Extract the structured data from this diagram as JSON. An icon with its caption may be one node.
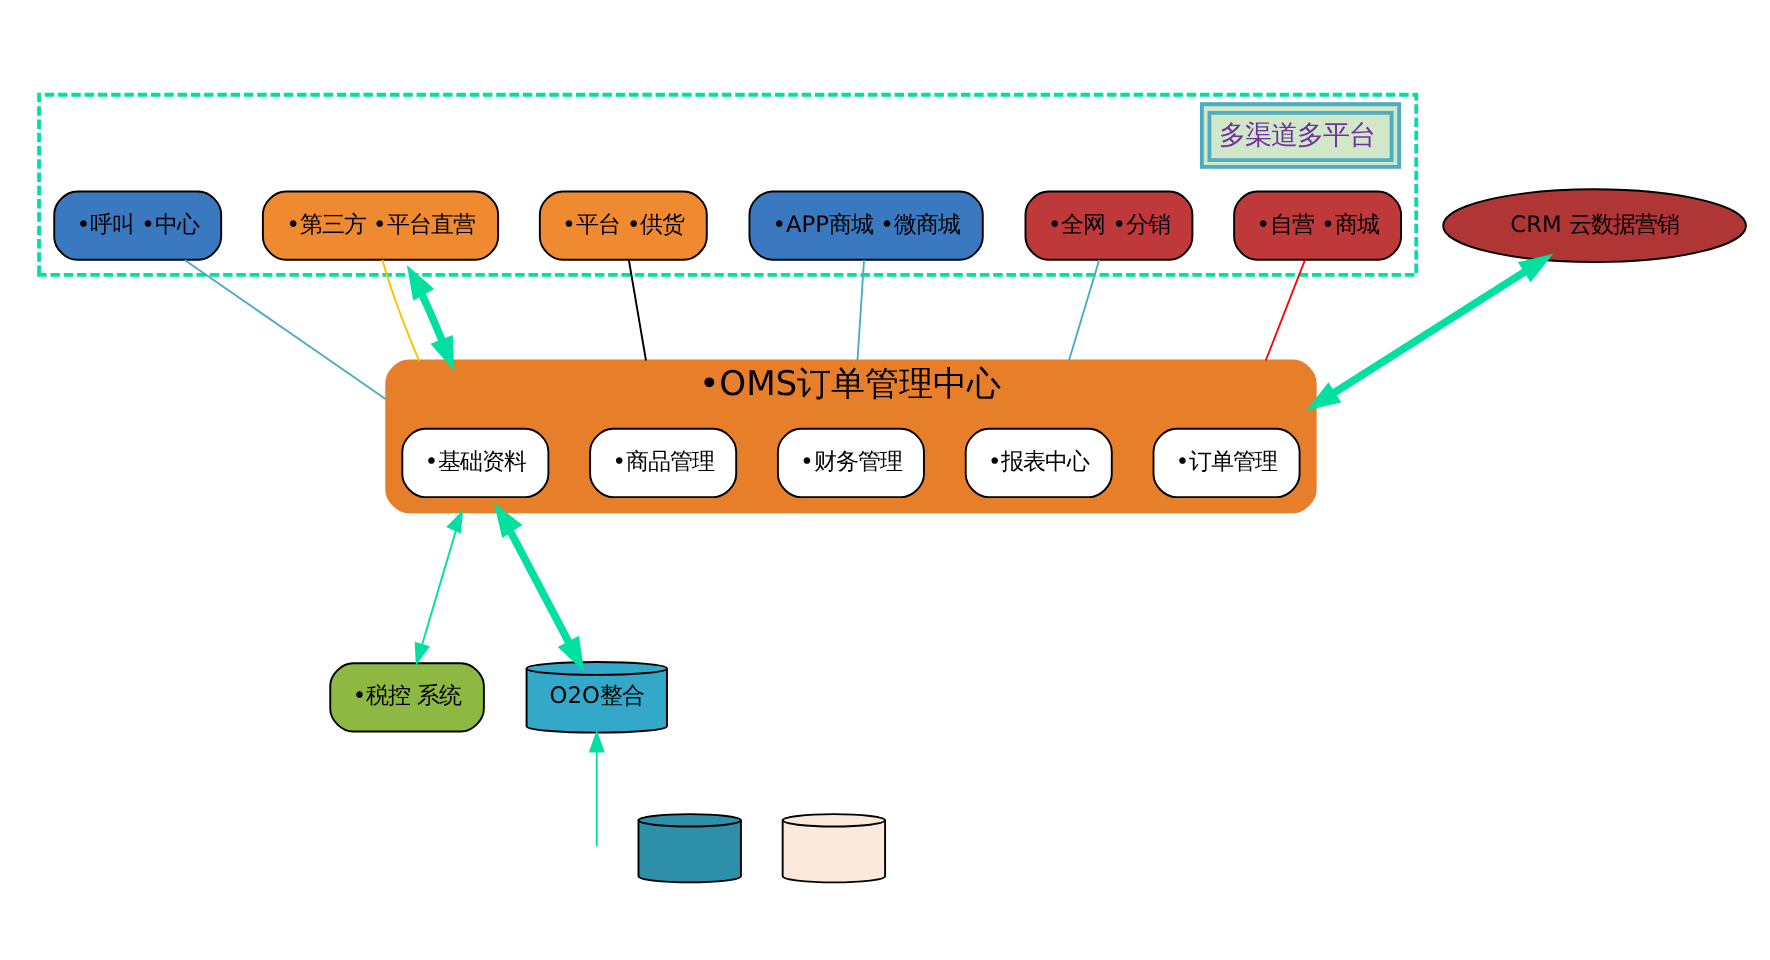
{
  "diagram": {
    "nodes": [
      {
        "text": [
          "多渠道多平台"
        ]
      },
      {
        "text": [
          "•第三方 •平台直营"
        ],
        "in": 0
      },
      {
        "text": [
          "•平台 •供货"
        ],
        "in": 0
      },
      {
        "text": [
          "•自营 •商城"
        ],
        "in": 0
      },
      {
        "text": [
          "•APP商城 •微商城"
        ],
        "in": 0
      },
      {
        "text": [
          "•全网 •分销"
        ],
        "in": 0
      },
      {
        "text": [
          "•呼叫 •中心"
        ],
        "in": 0
      },
      {
        "text": [
          "CRM 云数据营销"
        ]
      },
      {
        "text": [
          "•OMS订单管理中心"
        ]
      },
      {
        "text": [
          "•基础资料"
        ],
        "in": 8
      },
      {
        "text": [
          "•商品管理"
        ],
        "in": 8
      },
      {
        "text": [
          "•订单管理"
        ],
        "in": 8
      },
      {
        "text": [
          "•财务管理"
        ],
        "in": 8
      },
      {
        "text": [
          "•报表中心"
        ],
        "in": 8
      },
      {
        "text": [
          "•税控 系统"
        ]
      },
      {
        "text": [
          "O2O整合"
        ]
      },
      {
        "text": [],
        "shape": "cylinder"
      },
      {
        "text": [],
        "shape": "cylinder"
      }
    ],
    "edges": [
      {
        "from": 1,
        "to": 8,
        "arrow": "none",
        "color": "#ffc000"
      },
      {
        "from": 2,
        "to": 8,
        "arrow": "none",
        "color": "#000000"
      },
      {
        "from": 3,
        "to": 8,
        "arrow": "none",
        "color": "#ff0000"
      },
      {
        "from": 4,
        "to": 8,
        "arrow": "none",
        "color": "#4bacc6"
      },
      {
        "from": 5,
        "to": 8,
        "arrow": "none",
        "color": "#4bacc6"
      },
      {
        "from": 6,
        "to": 8,
        "arrow": "none",
        "color": "#4bacc6"
      },
      {
        "from": 0,
        "to": 8,
        "arrow": "both",
        "style": "thick",
        "color": "#00e0a0"
      },
      {
        "from": 7,
        "to": 8,
        "arrow": "both",
        "style": "thick",
        "color": "#00e0a0"
      },
      {
        "from": 8,
        "to": 14,
        "arrow": "both",
        "color": "#00e0a0"
      },
      {
        "from": 8,
        "to": 15,
        "arrow": "both",
        "style": "thick",
        "color": "#00e0a0"
      },
      {
        "from": null,
        "to": 15,
        "arrow": "to",
        "color": "#00e0a0"
      }
    ]
  }
}
